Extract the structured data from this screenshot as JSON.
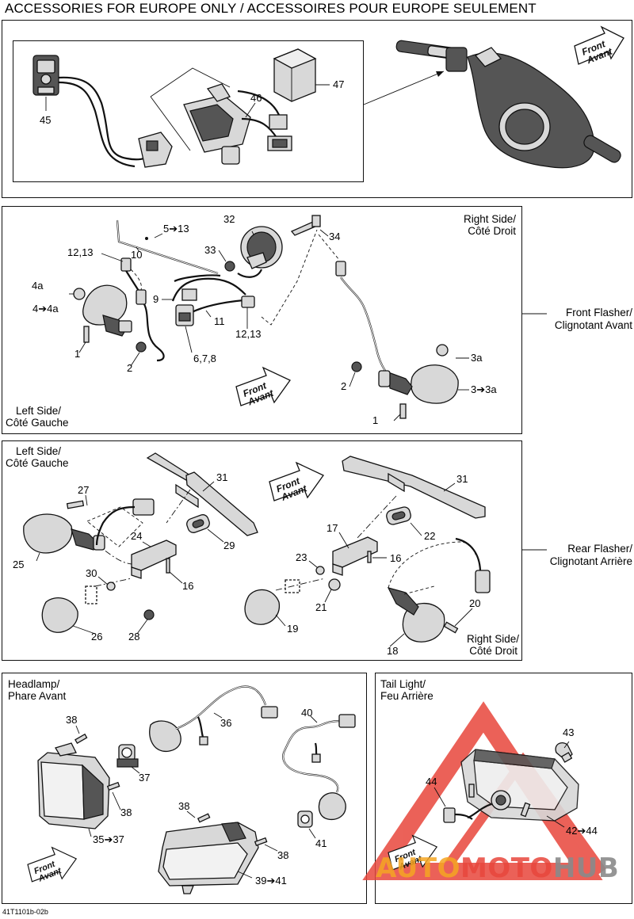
{
  "title": "ACCESSORIES FOR EUROPE ONLY / ACCESSOIRES POUR EUROPE SEULEMENT",
  "drawing_code": "41T1101b-02b",
  "arrow": {
    "line1": "Front",
    "line2": "Avant"
  },
  "sections": {
    "front_flasher": {
      "right_side": "Right Side/",
      "right_side_fr": "Côté Droit",
      "left_side": "Left Side/",
      "left_side_fr": "Côté Gauche",
      "side_label": "Front Flasher/",
      "side_label_fr": "Clignotant Avant"
    },
    "rear_flasher": {
      "left_side": "Left Side/",
      "left_side_fr": "Côté Gauche",
      "right_side": "Right Side/",
      "right_side_fr": "Côté Droit",
      "side_label": "Rear Flasher/",
      "side_label_fr": "Clignotant Arrière"
    },
    "headlamp": {
      "label": "Headlamp/",
      "label_fr": "Phare Avant"
    },
    "tail_light": {
      "label": "Tail Light/",
      "label_fr": "Feu Arrière"
    }
  },
  "callouts": {
    "c45": "45",
    "c46": "46",
    "c47": "47",
    "c5_13": "5➔13",
    "c32": "32",
    "c34": "34",
    "c12_13a": "12,13",
    "c10": "10",
    "c33": "33",
    "c4a": "4a",
    "c4_4a": "4➔4a",
    "c9": "9",
    "c11": "11",
    "c12_13b": "12,13",
    "c1a": "1",
    "c2a": "2",
    "c6_7_8": "6,7,8",
    "c3a": "3a",
    "c2b": "2",
    "c3_3a": "3➔3a",
    "c1b": "1",
    "c31a": "31",
    "c27": "27",
    "c24": "24",
    "c29": "29",
    "c25": "25",
    "c30": "30",
    "c16a": "16",
    "c26": "26",
    "c28": "28",
    "c31b": "31",
    "c17": "17",
    "c22": "22",
    "c23": "23",
    "c16b": "16",
    "c21": "21",
    "c20": "20",
    "c19": "19",
    "c18": "18",
    "c38a": "38",
    "c36": "36",
    "c37": "37",
    "c38b": "38",
    "c40": "40",
    "c38c": "38",
    "c35_37": "35➔37",
    "c41": "41",
    "c38d": "38",
    "c39_41": "39➔41",
    "c43": "43",
    "c44": "44",
    "c42_44": "42➔44"
  },
  "watermark": {
    "part1": "AUTO",
    "part2": "MOTO",
    "part3": "HUB",
    "color1": "#f5a623",
    "color2": "#e8463c",
    "color3": "#8a8a8a"
  }
}
